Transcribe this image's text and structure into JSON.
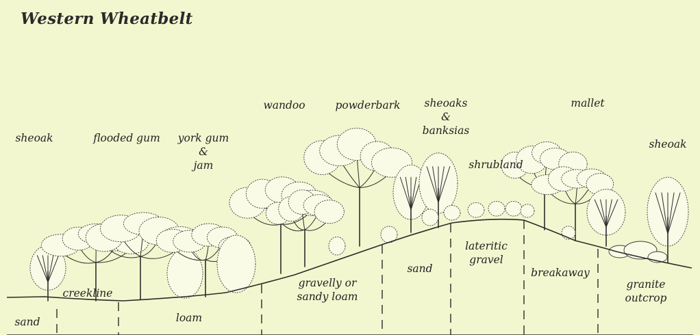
{
  "title": "Western Wheatbelt",
  "vegetation": {
    "sheoak_left": "sheoak",
    "flooded_gum": "flooded gum",
    "york_gum": [
      "york gum",
      "&",
      "jam"
    ],
    "wandoo": "wandoo",
    "powderbark": "powderbark",
    "sheoaks_banksias": [
      "sheoaks",
      "&",
      "banksias"
    ],
    "shrubland": "shrubland",
    "mallet": "mallet",
    "sheoak_right": "sheoak"
  },
  "soils": {
    "sand_left": "sand",
    "creekline": "creekline",
    "loam": "loam",
    "gravelly": [
      "gravelly or",
      "sandy loam"
    ],
    "sand_mid": "sand",
    "lateritic": [
      "lateritic",
      "gravel"
    ],
    "breakaway": "breakaway",
    "granite": [
      "granite",
      "outcrop"
    ]
  },
  "colors": {
    "background": "#f2f7cf",
    "ink": "#2d2d2d",
    "crown_fill": "#f9fbe6"
  }
}
